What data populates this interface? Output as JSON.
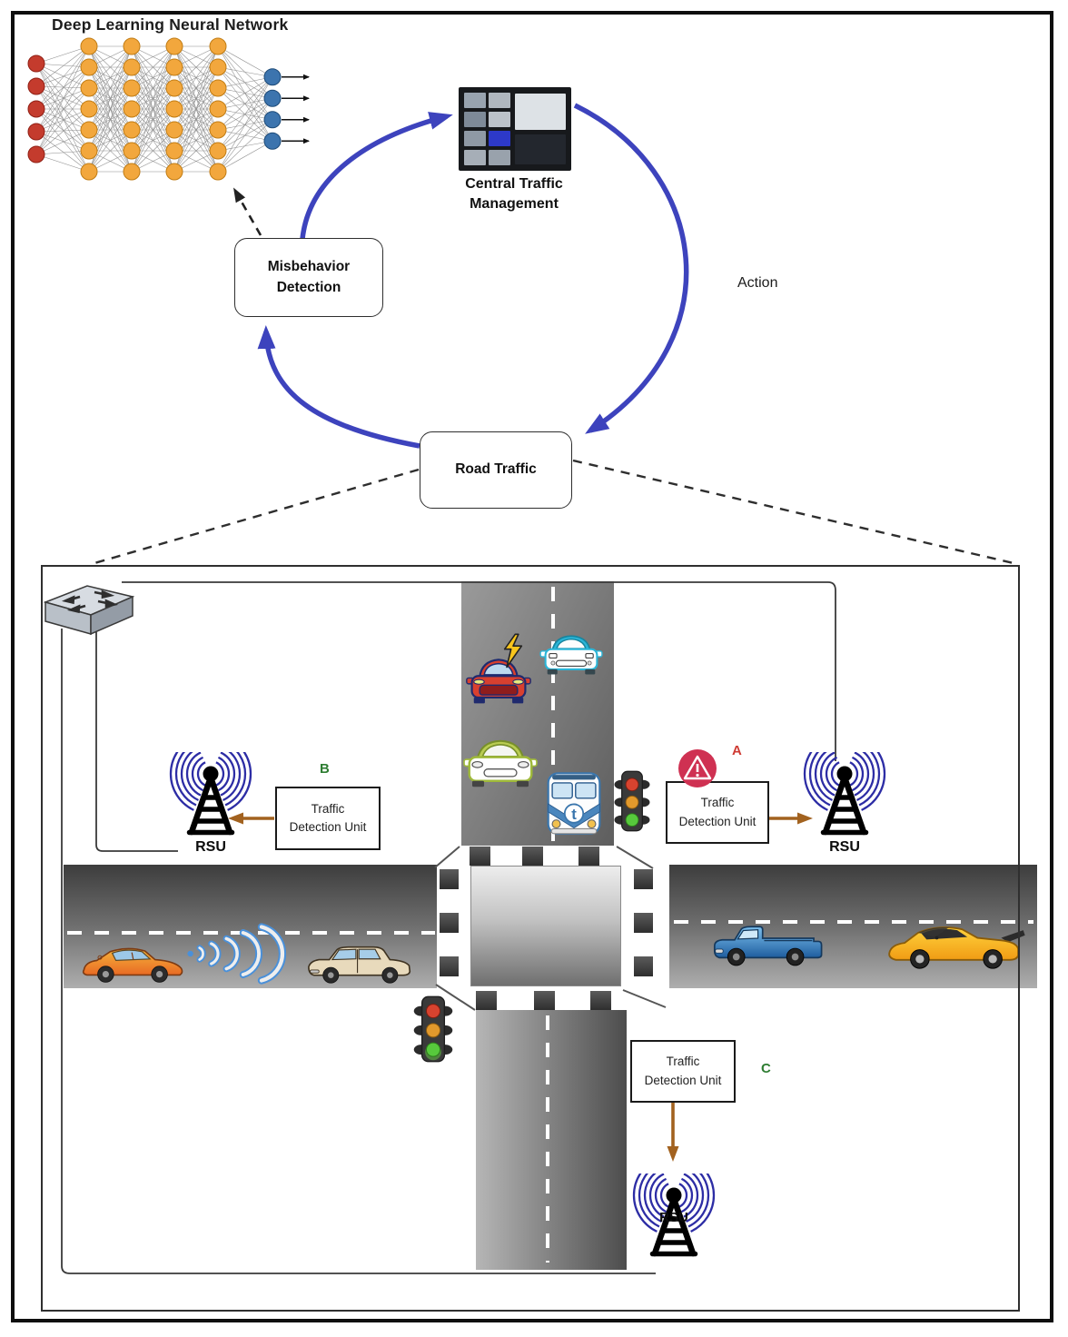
{
  "page": {
    "neural_network": {
      "title": "Deep Learning Neural Network",
      "layers": [
        {
          "role": "input",
          "count": 5,
          "color": "#c43b2d",
          "stroke": "#8f2015"
        },
        {
          "role": "hidden",
          "count": 7,
          "color": "#f2a73d",
          "stroke": "#c07c14"
        },
        {
          "role": "hidden",
          "count": 7,
          "color": "#f2a73d",
          "stroke": "#c07c14"
        },
        {
          "role": "hidden",
          "count": 7,
          "color": "#f2a73d",
          "stroke": "#c07c14"
        },
        {
          "role": "hidden",
          "count": 7,
          "color": "#f2a73d",
          "stroke": "#c07c14"
        },
        {
          "role": "output",
          "count": 4,
          "color": "#3c74ae",
          "stroke": "#1d4a77"
        }
      ]
    },
    "central_traffic_management": {
      "label_line1": "Central Traffic",
      "label_line2": "Management"
    },
    "misbehavior_detection": {
      "line1": "Misbehavior",
      "line2": "Detection"
    },
    "road_traffic": {
      "label": "Road Traffic"
    },
    "action_label": "Action",
    "scene": {
      "tdu_label": {
        "line1": "Traffic",
        "line2": "Detection Unit"
      },
      "units": [
        {
          "id": "A",
          "color": "#cf3b33",
          "position": "right"
        },
        {
          "id": "B",
          "color": "#2e7d32",
          "position": "left"
        },
        {
          "id": "C",
          "color": "#2e7d32",
          "position": "bottom"
        }
      ],
      "rsu_label": "RSU",
      "van_logo_glyph": "t",
      "icons": [
        "network-switch-icon",
        "rsu-antenna-icon",
        "wifi-waves-icon",
        "warning-alert-icon",
        "traffic-light-icon",
        "v2v-signal-icon",
        "lightning-bolt-icon"
      ],
      "vehicles": [
        "red-car-front",
        "cyan-car-front",
        "green-car-front",
        "blue-van-front",
        "orange-sports-car-side",
        "beige-classic-car-side",
        "blue-pickup-truck-side",
        "yellow-sports-car-side"
      ]
    },
    "colors": {
      "cycle_arrow_blue": "#3d43bd",
      "tdu_arrow_brown": "#a2621f",
      "wire_gray": "#3a3a3a",
      "warning_red": "#cf3152",
      "label_green": "#2e7d32",
      "label_red": "#cf3b33"
    }
  }
}
